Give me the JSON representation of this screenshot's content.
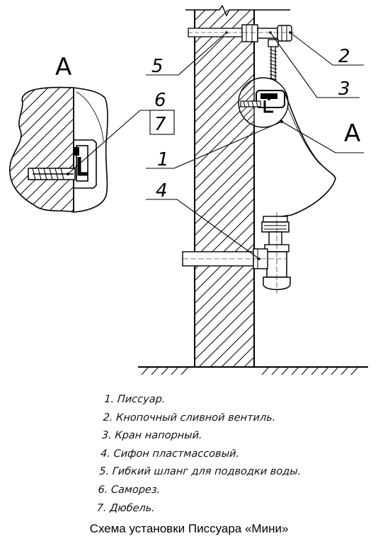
{
  "callouts": {
    "detail_letter_left": "A",
    "detail_letter_right": "A",
    "n1": "1",
    "n2": "2",
    "n3": "3",
    "n4": "4",
    "n5": "5",
    "n6": "6",
    "n7": "7"
  },
  "legend": [
    "1. Писсуар.",
    "2. Кнопочный сливной вентиль.",
    "3. Кран напорный.",
    "4. Сифон пластмассовый.",
    "5. Гибкий шланг для подводки воды.",
    "6. Саморез.",
    "7. Дюбель."
  ],
  "caption": "Схема установки Писсуара «Мини»"
}
